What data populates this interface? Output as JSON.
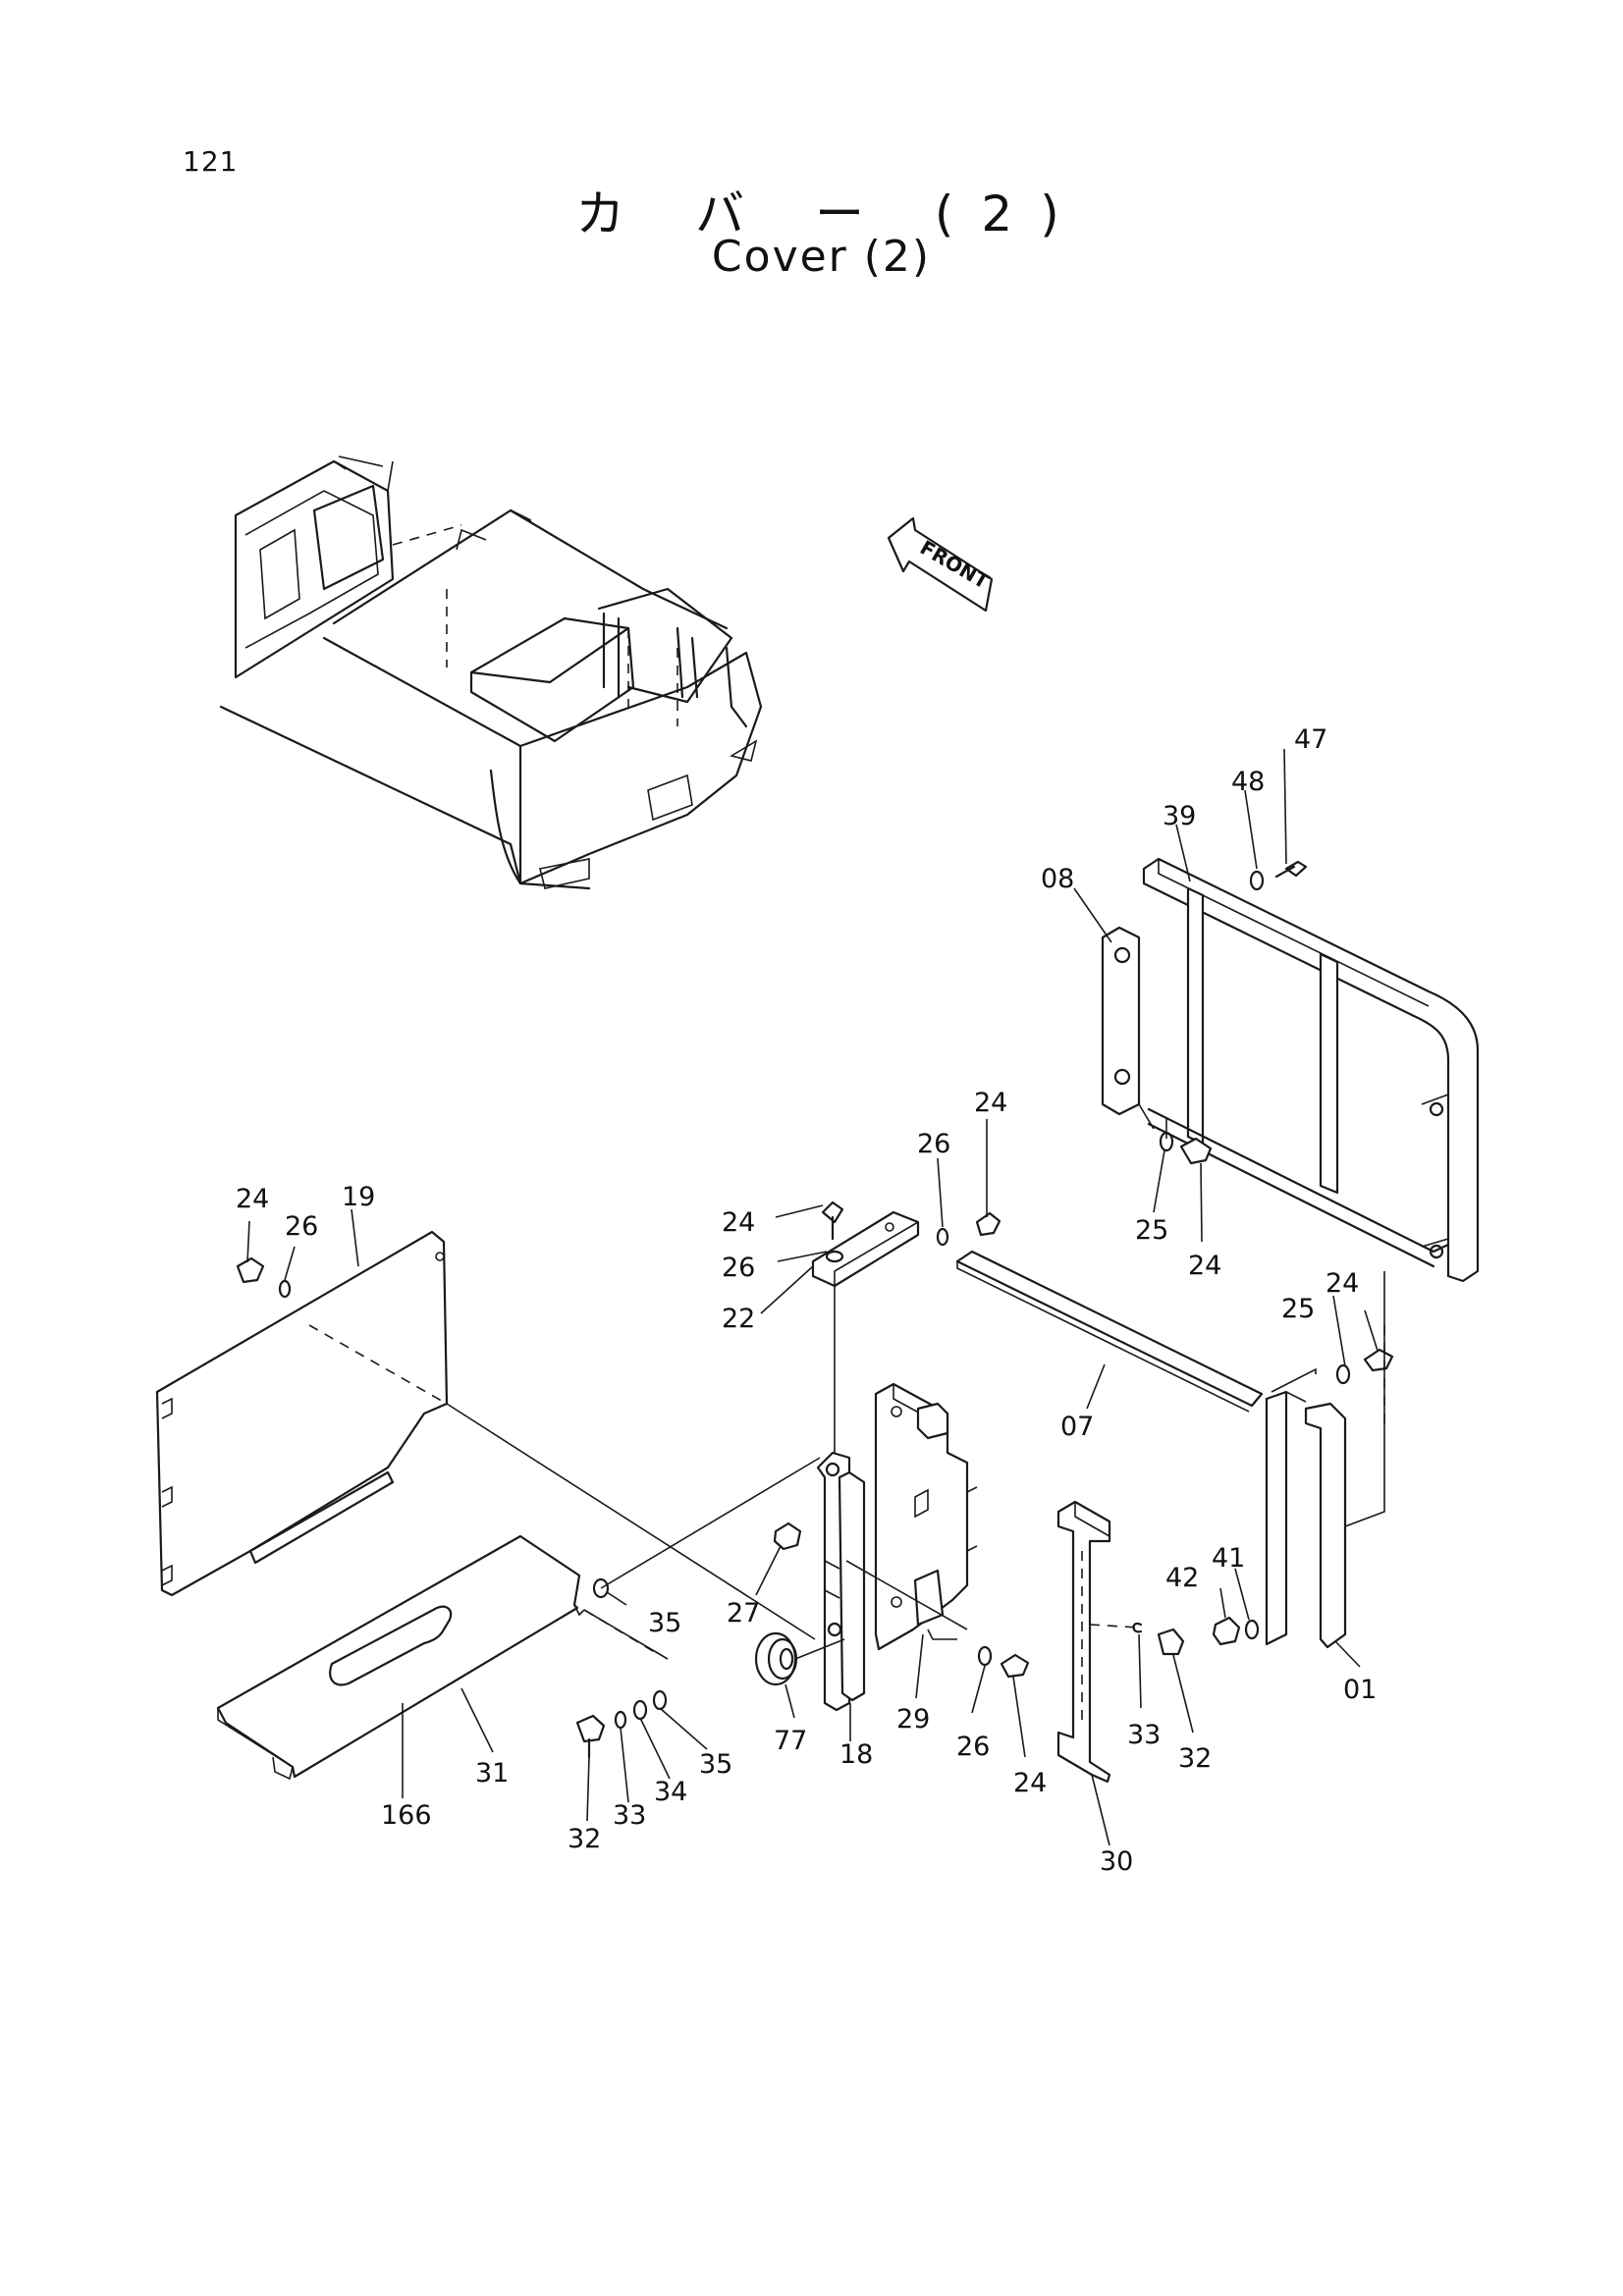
{
  "page_number": "121",
  "title_jp": "カ バ ー (2)",
  "title_en": "Cover (2)",
  "front_marker": "FRONT",
  "callouts": {
    "c47": "47",
    "c48": "48",
    "c39": "39",
    "c08": "08",
    "c24a": "24",
    "c26a": "26",
    "c19": "19",
    "c24b": "24",
    "c26b": "26",
    "c24c": "24",
    "c26c": "26",
    "c22": "22",
    "c25a": "25",
    "c24d": "24",
    "c24e": "24",
    "c25b": "25",
    "c07": "07",
    "c27": "27",
    "c35a": "35",
    "c77": "77",
    "c18": "18",
    "c29": "29",
    "c26d": "26",
    "c24f": "24",
    "c42": "42",
    "c41": "41",
    "c33a": "33",
    "c32a": "32",
    "c01": "01",
    "c31": "31",
    "c166": "166",
    "c32b": "32",
    "c33b": "33",
    "c34": "34",
    "c35b": "35",
    "c30": "30"
  }
}
